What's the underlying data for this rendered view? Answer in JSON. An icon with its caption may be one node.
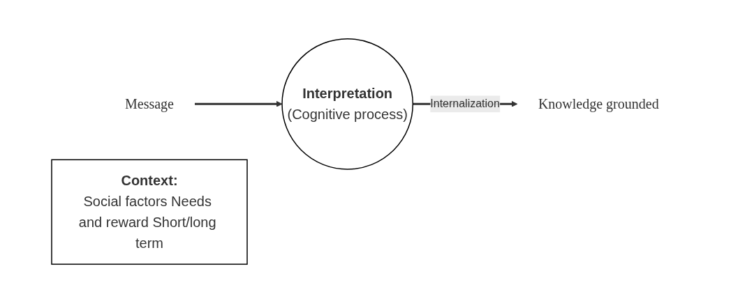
{
  "diagram": {
    "nodes": [
      {
        "text": [
          "Message"
        ]
      },
      {
        "text": [
          "Interpretation",
          "(Cognitive process)"
        ]
      },
      {
        "text": [
          "Knowledge grounded"
        ]
      },
      {
        "text": [
          "Context:",
          "Social factors Needs and reward Short/long term"
        ]
      }
    ],
    "edges": [
      {
        "from": 0,
        "to": 1,
        "arrow": "to"
      },
      {
        "from": 1,
        "to": 2,
        "arrow": "to",
        "label": "Internalization"
      }
    ]
  }
}
